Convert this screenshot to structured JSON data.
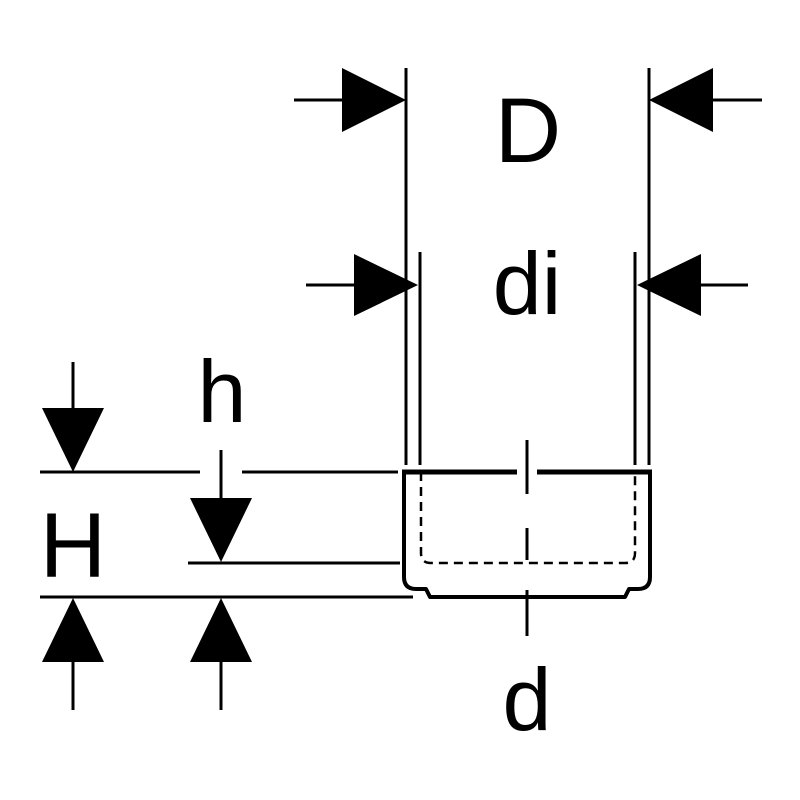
{
  "labels": {
    "outer_diameter": "D",
    "inner_diameter": "di",
    "overall_height": "H",
    "inner_height": "h",
    "outer_pipe_diameter": "d"
  },
  "colors": {
    "ink": "#000000",
    "background": "#ffffff"
  }
}
